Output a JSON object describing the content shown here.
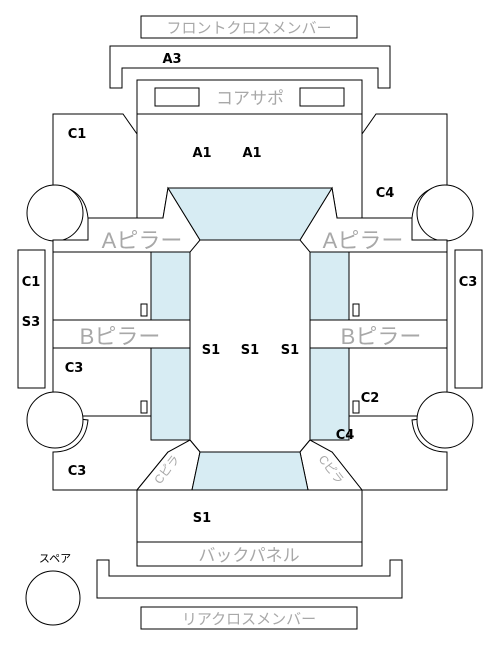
{
  "labels": {
    "front_cross_member": "フロントクロスメンバー",
    "core_support": "コアサポ",
    "a_pillar_left": "Aピラー",
    "a_pillar_right": "Aピラー",
    "b_pillar_left": "Bピラー",
    "b_pillar_right": "Bピラー",
    "c_pillar_left": "Cピラ",
    "c_pillar_right": "Cピラ",
    "back_panel": "バックパネル",
    "rear_cross_member": "リアクロスメンバー",
    "spare": "スペア"
  },
  "codes": {
    "a3": "A3",
    "a1_left": "A1",
    "a1_right": "A1",
    "c1_top": "C1",
    "c4_top": "C4",
    "c1_side": "C1",
    "s3_side": "S3",
    "c3_side": "C3",
    "c3_mid": "C3",
    "c3_bottom": "C3",
    "s1_left": "S1",
    "s1_center": "S1",
    "s1_right": "S1",
    "c2": "C2",
    "c4_bottom": "C4",
    "s1_bottom": "S1"
  },
  "colors": {
    "glass": "#d7ecf3",
    "label_grey": "#a8a8a8",
    "line": "#000000"
  }
}
